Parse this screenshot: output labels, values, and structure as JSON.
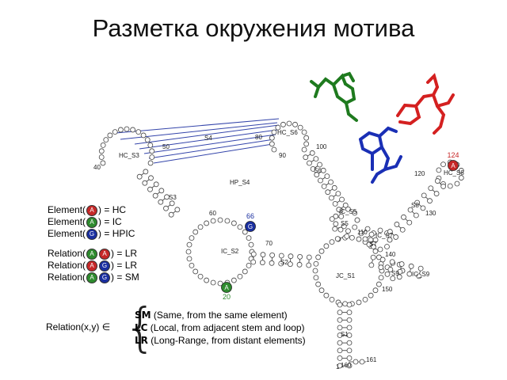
{
  "title": "Разметка окружения мотива",
  "legend": {
    "element_rows": [
      {
        "prefix": "Element(",
        "badge": "A",
        "color": "red",
        "suffix": ") = HC"
      },
      {
        "prefix": "Element(",
        "badge": "A",
        "color": "green",
        "suffix": ") = IC"
      },
      {
        "prefix": "Element(",
        "badge": "G",
        "color": "blue",
        "suffix": ") = HPIC"
      }
    ],
    "relation_rows": [
      {
        "prefix": "Relation(",
        "badges": [
          {
            "t": "A",
            "c": "green"
          },
          {
            "t": "A",
            "c": "red"
          }
        ],
        "suffix": ") = LR"
      },
      {
        "prefix": "Relation(",
        "badges": [
          {
            "t": "A",
            "c": "red"
          },
          {
            "t": "G",
            "c": "blue"
          }
        ],
        "suffix": ") = LR"
      },
      {
        "prefix": "Relation(",
        "badges": [
          {
            "t": "A",
            "c": "green"
          },
          {
            "t": "G",
            "c": "blue"
          }
        ],
        "suffix": ") = SM"
      }
    ]
  },
  "relation_definition": {
    "lhs": "Relation(x,y) ∈",
    "items": [
      {
        "code": "SM",
        "text": " (Same, from the same element)"
      },
      {
        "code": "LC",
        "text": "  (Local, from adjacent stem and loop)"
      },
      {
        "code": "LR",
        "text": " (Long-Range, from distant elements)"
      }
    ]
  },
  "diagram": {
    "region_labels": [
      "HC_S3",
      "S4",
      "HC_S6",
      "HP_S4",
      "S3",
      "IC_S2",
      "S2",
      "JC_S1",
      "S1",
      "S5",
      "IC_S5",
      "S6",
      "IC_S7",
      "S7",
      "S9",
      "IC_S9",
      "HC_S8",
      "S8"
    ],
    "number_labels": [
      "40",
      "50",
      "60",
      "70",
      "80",
      "90",
      "100",
      "110",
      "120",
      "130",
      "140",
      "150",
      "160",
      "1",
      "161"
    ],
    "highlighted": [
      {
        "letter": "A",
        "number": "124",
        "color": "#c62828"
      },
      {
        "letter": "G",
        "number": "66",
        "color": "#1a2fa0"
      },
      {
        "letter": "A",
        "number": "20",
        "color": "#2e8b2e"
      }
    ]
  },
  "colors": {
    "red": "#c62828",
    "green": "#2e8b2e",
    "blue": "#1a2fa0",
    "line": "#3344aa"
  },
  "icons": [
    "red-nucleotide-molecule-icon",
    "green-nucleotide-molecule-icon",
    "blue-nucleotide-molecule-icon"
  ]
}
